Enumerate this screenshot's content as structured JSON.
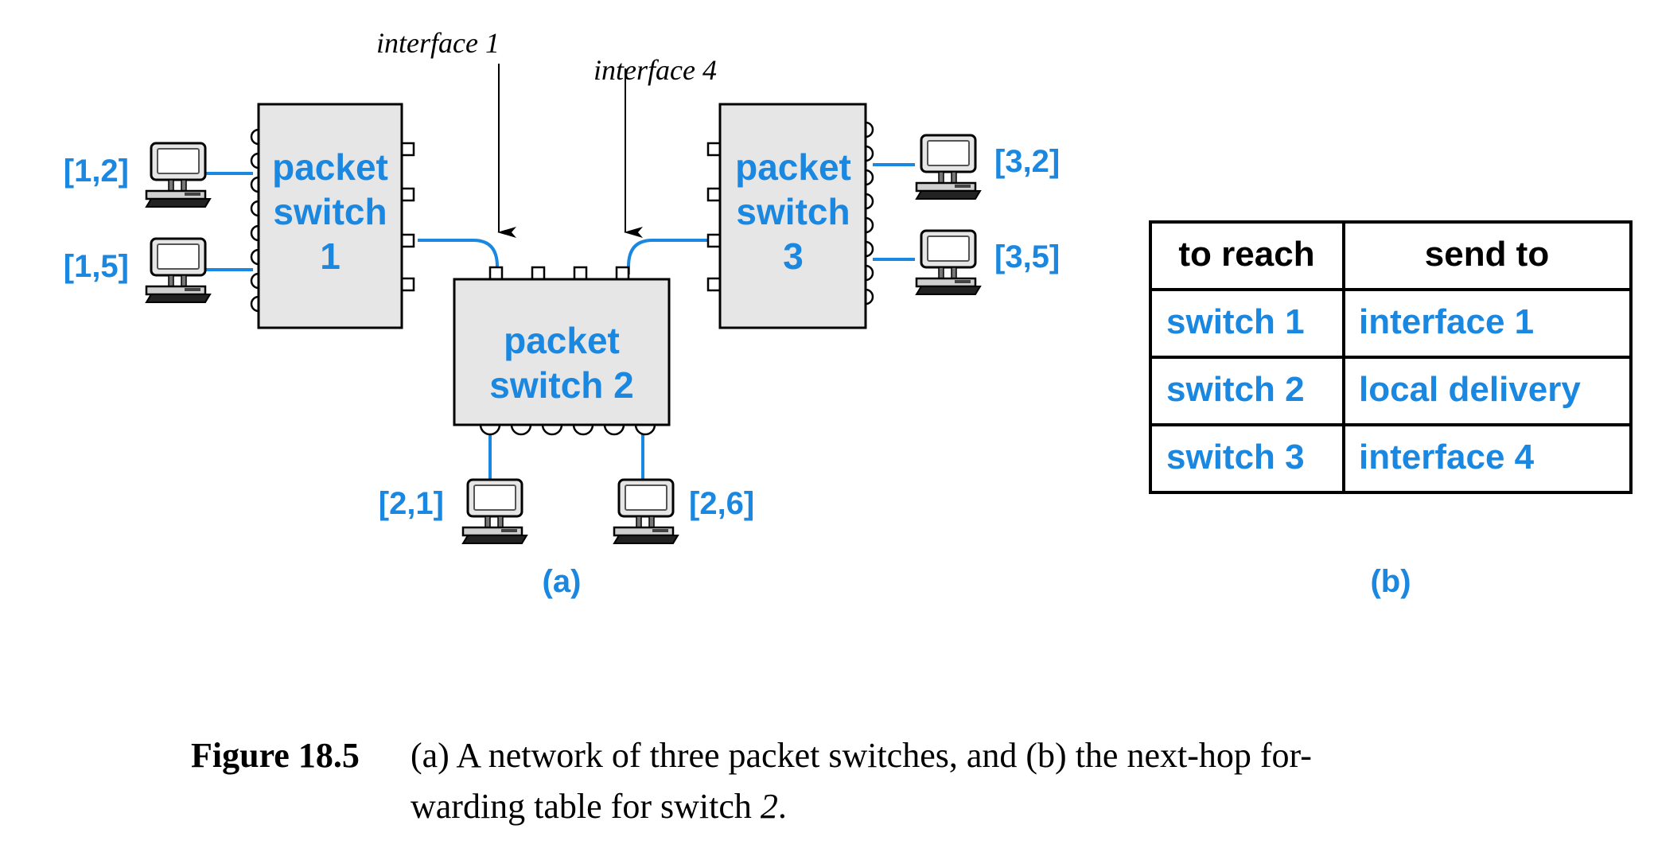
{
  "colors": {
    "accent_blue": "#1a87e0",
    "switch_fill": "#e6e6e6",
    "line": "#000000",
    "computer_screen": "#ffffff",
    "computer_body": "#d9d9d9"
  },
  "annotations": {
    "interface1": "interface 1",
    "interface4": "interface 4"
  },
  "switches": {
    "s1": {
      "line1": "packet",
      "line2": "switch",
      "line3": "1"
    },
    "s2": {
      "line1": "packet",
      "line2": "switch 2"
    },
    "s3": {
      "line1": "packet",
      "line2": "switch",
      "line3": "3"
    }
  },
  "hosts": {
    "h12": "[1,2]",
    "h15": "[1,5]",
    "h21": "[2,1]",
    "h26": "[2,6]",
    "h32": "[3,2]",
    "h35": "[3,5]"
  },
  "table": {
    "headers": [
      "to reach",
      "send to"
    ],
    "rows": [
      [
        "switch 1",
        "interface 1"
      ],
      [
        "switch 2",
        "local delivery"
      ],
      [
        "switch 3",
        "interface 4"
      ]
    ]
  },
  "sublabels": {
    "a": "(a)",
    "b": "(b)"
  },
  "caption": {
    "figure_label": "Figure 18.5",
    "line1": "(a) A network of three packet switches, and (b) the next-hop for-",
    "line2_prefix": "warding table for switch ",
    "line2_italic": "2",
    "line2_suffix": "."
  }
}
